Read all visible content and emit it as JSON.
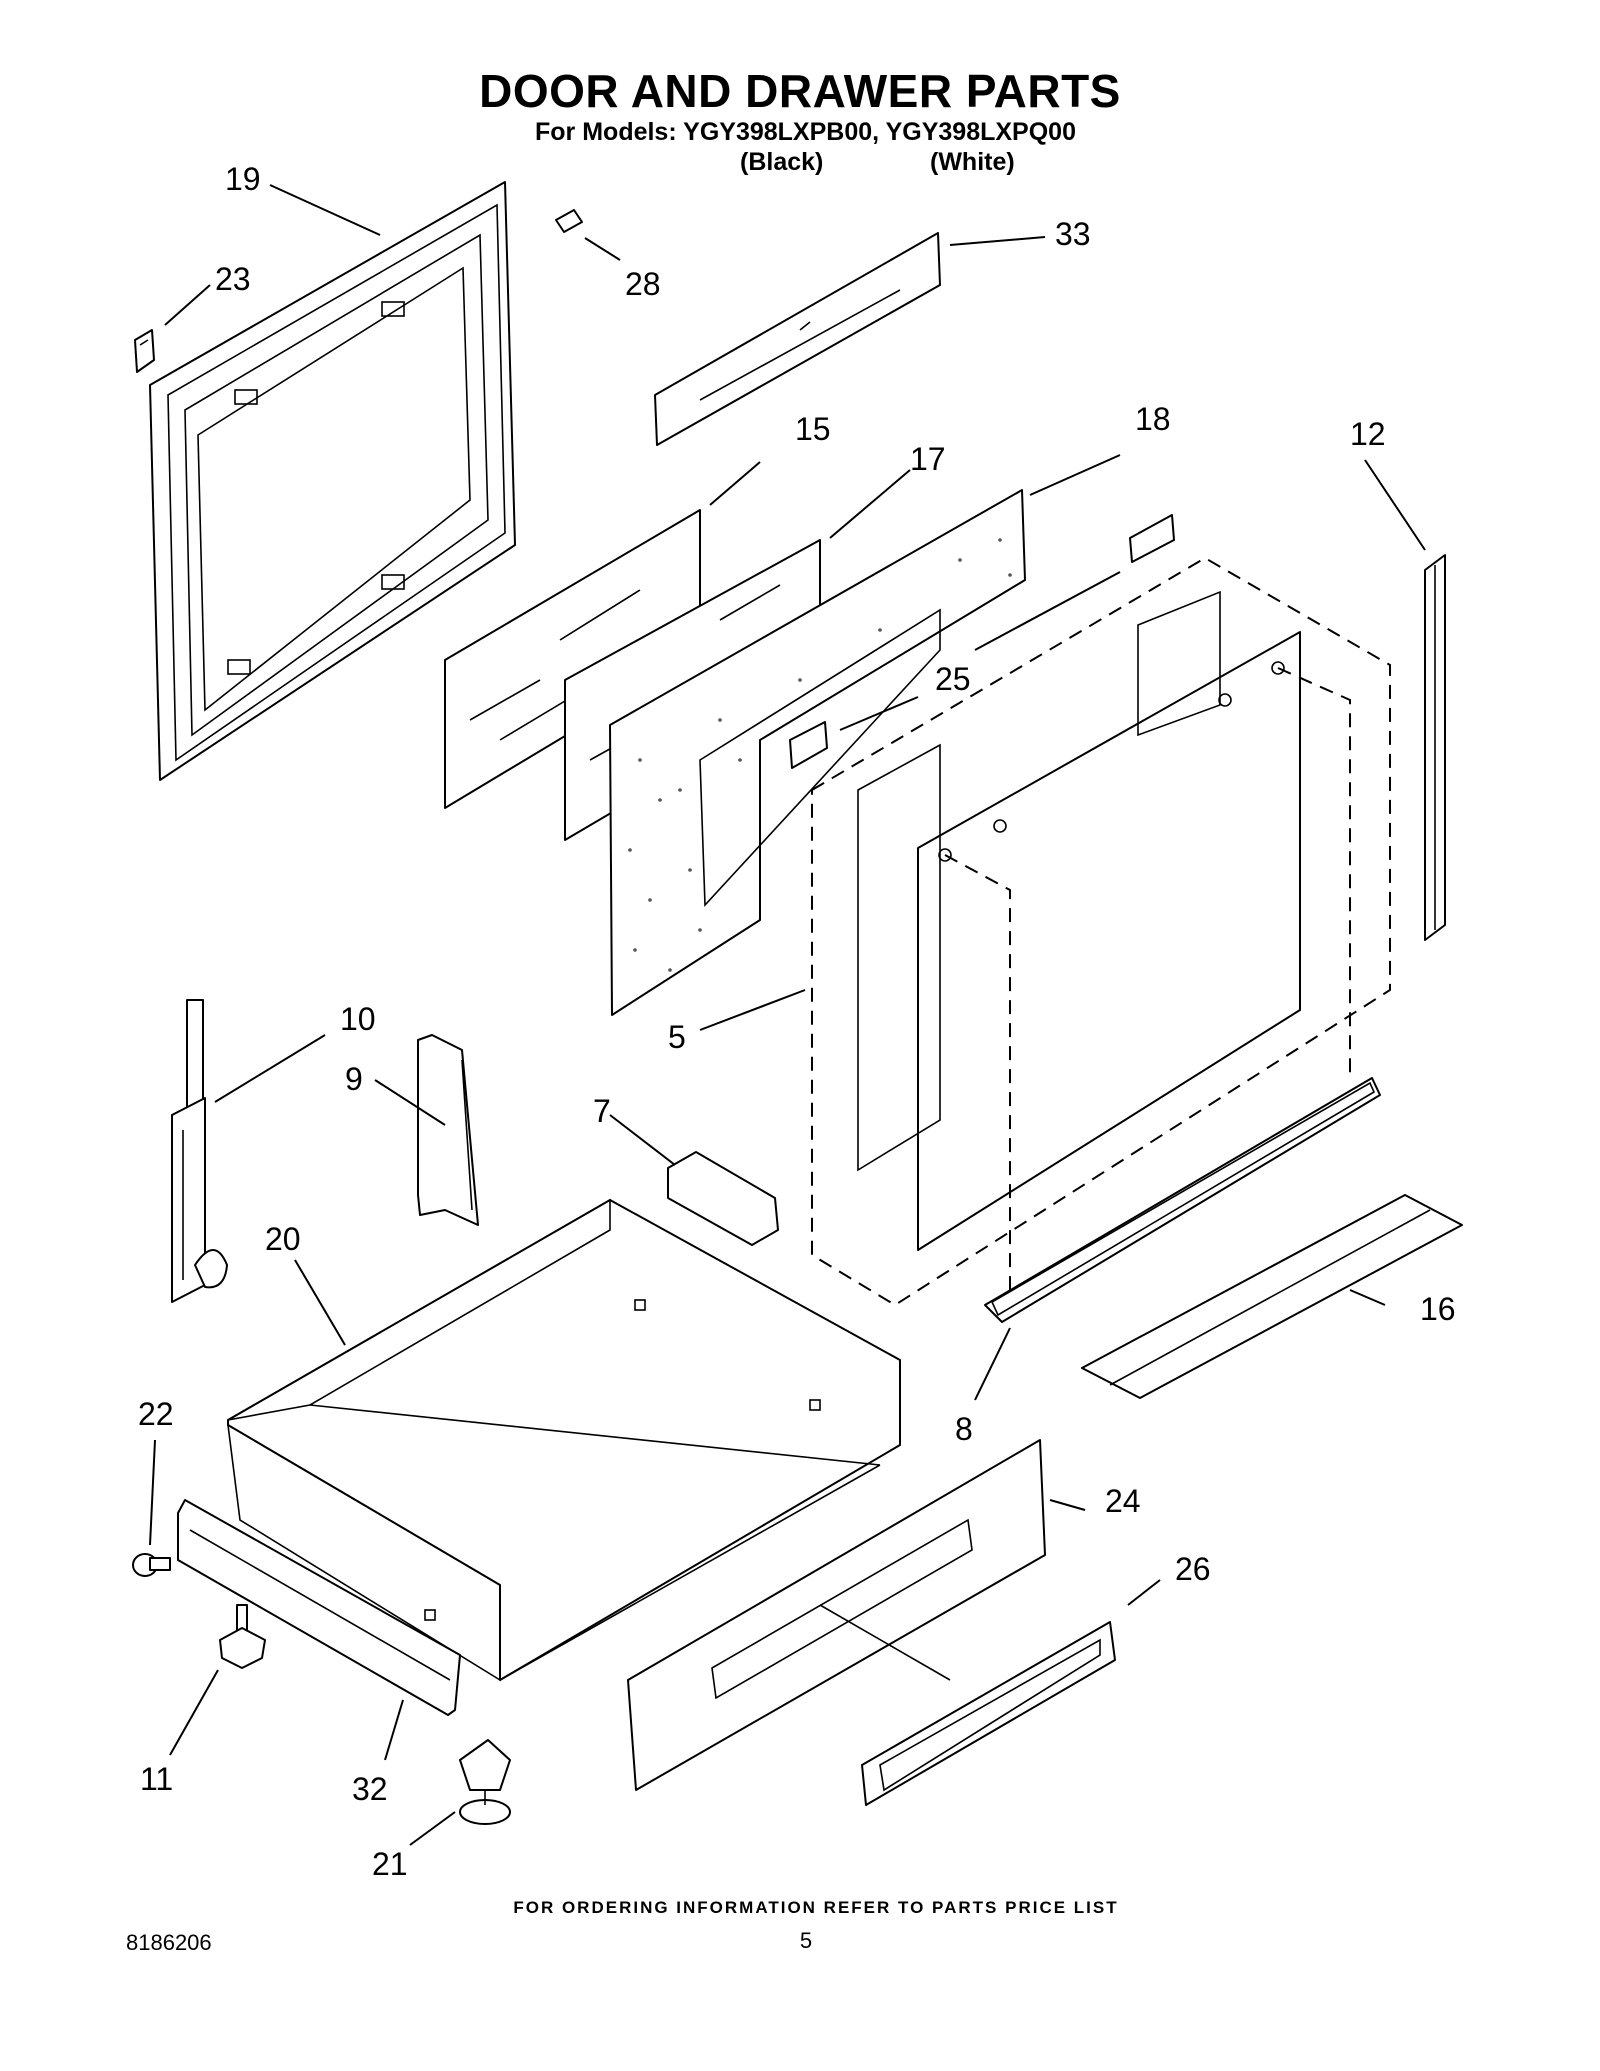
{
  "header": {
    "title": "DOOR AND DRAWER PARTS",
    "models_line": "For Models: YGY398LXPB00, YGY398LXPQ00",
    "variants": [
      "(Black)",
      "(White)"
    ]
  },
  "callouts": [
    "19",
    "23",
    "28",
    "33",
    "15",
    "17",
    "18",
    "12",
    "25",
    "5",
    "10",
    "9",
    "7",
    "20",
    "22",
    "8",
    "16",
    "24",
    "26",
    "11",
    "32",
    "21"
  ],
  "footer": {
    "ordering_note": "FOR ORDERING INFORMATION REFER TO PARTS PRICE LIST",
    "doc_number": "8186206",
    "page_number": "5"
  }
}
